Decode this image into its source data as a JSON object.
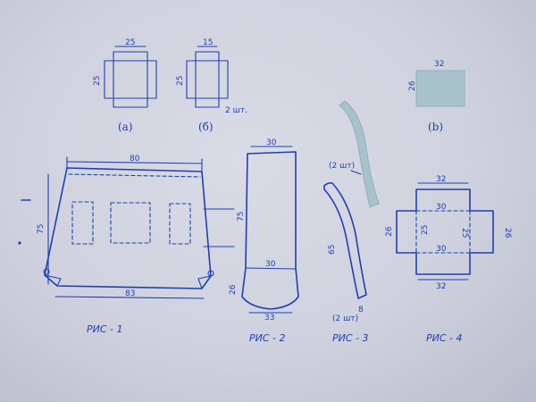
{
  "colors": {
    "paper": "#cfd2de",
    "ink": "#1f3fb0",
    "tint": "#a8c2cc"
  },
  "figA": {
    "label": "(a)",
    "width": "25",
    "height": "25"
  },
  "figB": {
    "label": "(б)",
    "width": "15",
    "height": "25",
    "qty": "2 шт."
  },
  "figV": {
    "label": "(b)",
    "width": "32",
    "height": "26"
  },
  "fig1": {
    "caption": "РИС - 1",
    "top": "80",
    "height": "75",
    "bottom": "83"
  },
  "fig2": {
    "caption": "РИС - 2",
    "top": "30",
    "upper": "75",
    "mid": "30",
    "lower": "26",
    "bottom": "33"
  },
  "fig3": {
    "caption": "РИС - 3",
    "qty_top": "(2 шт)",
    "length": "65",
    "end": "8",
    "qty_bottom": "(2 шт)"
  },
  "fig4": {
    "caption": "РИС - 4",
    "top": "32",
    "left": "26",
    "right": "26",
    "bottom": "32",
    "inner_top": "30",
    "inner_left": "25",
    "inner_right": "25",
    "inner_bottom": "30"
  }
}
